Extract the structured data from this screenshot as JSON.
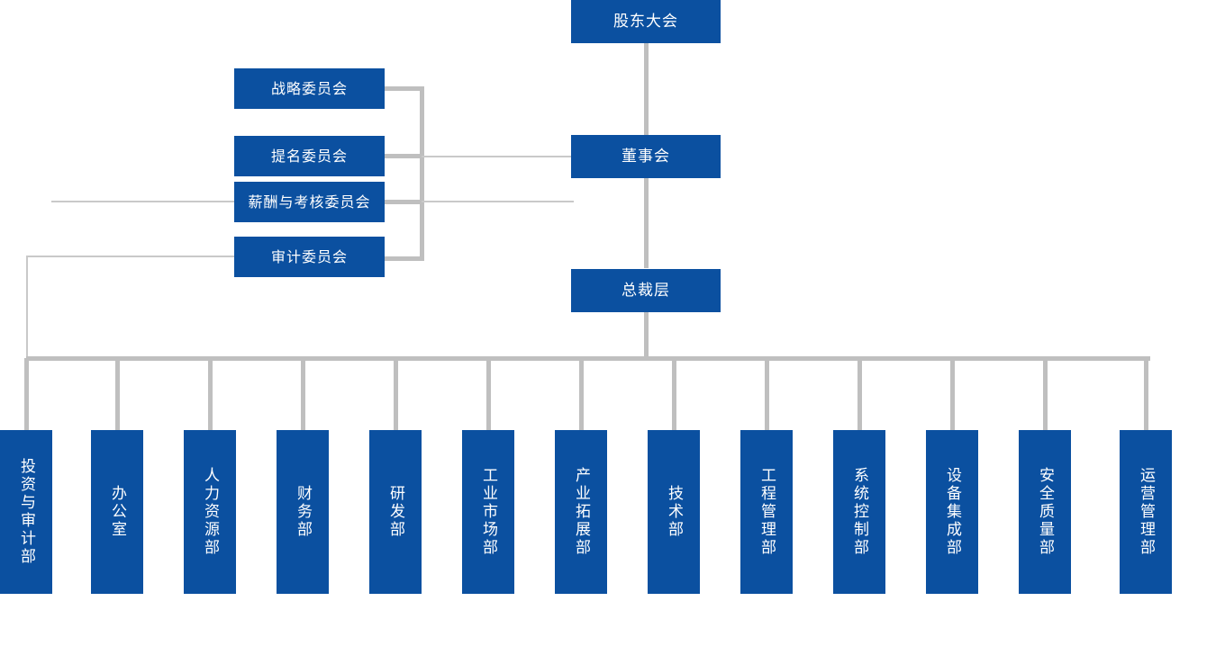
{
  "diagram": {
    "type": "org-chart",
    "title": "",
    "colors": {
      "node_fill": "#0b50a0",
      "node_text": "#ffffff",
      "connector": "#bfbfbf",
      "background": "#ffffff"
    },
    "spine": [
      {
        "id": "shareholders",
        "label": "股东大会"
      },
      {
        "id": "board",
        "label": "董事会"
      },
      {
        "id": "president",
        "label": "总裁层"
      }
    ],
    "committees": [
      {
        "id": "strategy",
        "label": "战略委员会"
      },
      {
        "id": "nomination",
        "label": "提名委员会"
      },
      {
        "id": "compensation",
        "label": "薪酬与考核委员会"
      },
      {
        "id": "audit",
        "label": "审计委员会"
      }
    ],
    "departments": [
      {
        "id": "investment-audit",
        "label": "投资与审计部"
      },
      {
        "id": "office",
        "label": "办公室"
      },
      {
        "id": "human-resources",
        "label": "人力资源部"
      },
      {
        "id": "finance",
        "label": "财务部"
      },
      {
        "id": "rnd",
        "label": "研发部"
      },
      {
        "id": "industrial-market",
        "label": "工业市场部"
      },
      {
        "id": "industry-expansion",
        "label": "产业拓展部"
      },
      {
        "id": "technology",
        "label": "技术部"
      },
      {
        "id": "engineering-management",
        "label": "工程管理部"
      },
      {
        "id": "system-control",
        "label": "系统控制部"
      },
      {
        "id": "equipment-integration",
        "label": "设备集成部"
      },
      {
        "id": "safety-quality",
        "label": "安全质量部"
      },
      {
        "id": "operation-management",
        "label": "运营管理部"
      }
    ]
  }
}
